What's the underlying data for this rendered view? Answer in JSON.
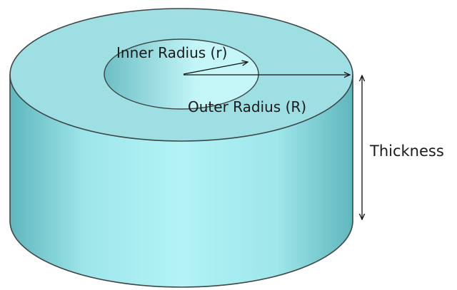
{
  "labels": {
    "inner_radius": "Inner Radius (r)",
    "outer_radius": "Outer Radius (R)",
    "thickness": "Thickness"
  },
  "colors": {
    "body_light": "#b2f3f6",
    "body_mid": "#9ee6ea",
    "body_dark": "#5fb7bd",
    "top_face": "#9ddfe3",
    "hole_light": "#c4f6f8",
    "hole_dark": "#6cbfc5",
    "outline": "#3f4647",
    "arrow": "#111111"
  }
}
